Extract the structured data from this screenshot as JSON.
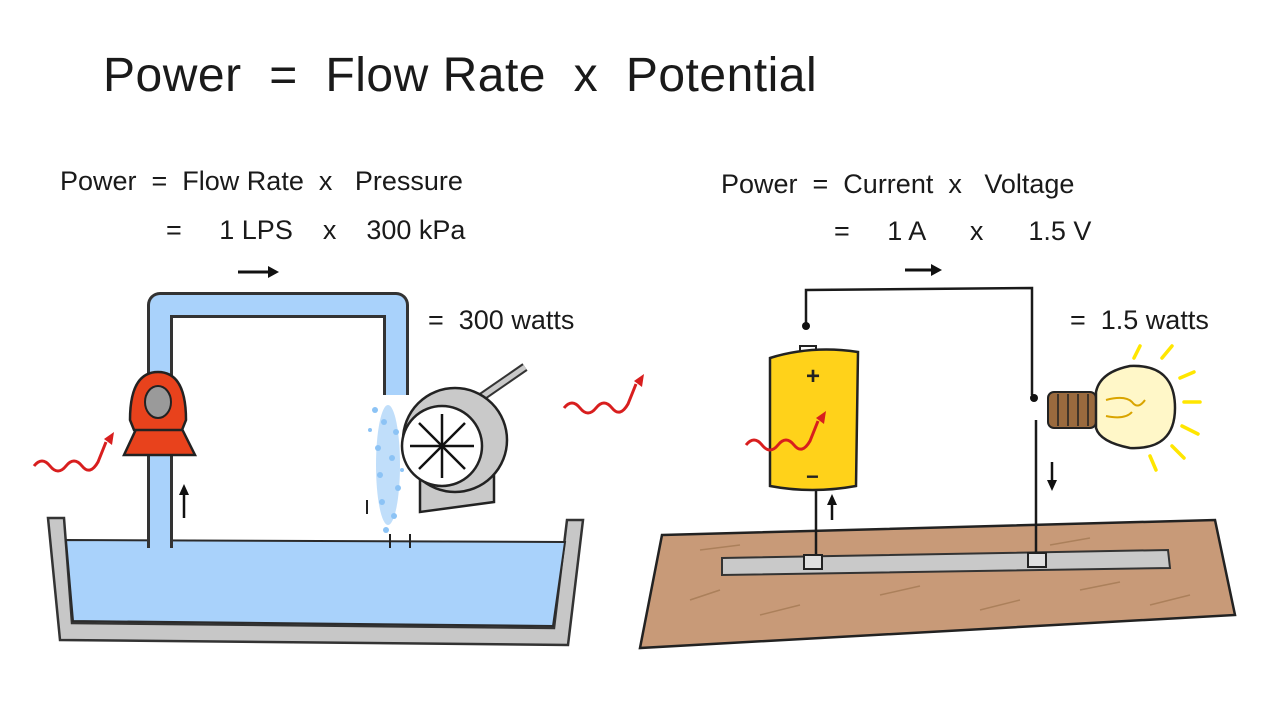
{
  "title": "Power  =  Flow Rate  x  Potential",
  "water": {
    "line1": "Power  =  Flow Rate  x   Pressure",
    "line2": "=     1 LPS    x    300 kPa",
    "result": "=  300 watts"
  },
  "electric": {
    "line1": "Power  =  Current  x   Voltage",
    "line2": "=     1 A      x      1.5 V",
    "result": "=  1.5 watts",
    "battery_plus": "+",
    "battery_minus": "−"
  },
  "colors": {
    "water": "#a9d2fb",
    "pipe_outline": "#333333",
    "pump": "#e8421c",
    "heat_wave": "#d81e1e",
    "battery": "#ffd21a",
    "ground": "#c89a78",
    "bulb_glow": "#ffe600"
  },
  "icons": {
    "pump": "pump-icon",
    "turbine": "turbine-icon",
    "battery": "battery-icon",
    "bulb": "light-bulb-icon"
  }
}
